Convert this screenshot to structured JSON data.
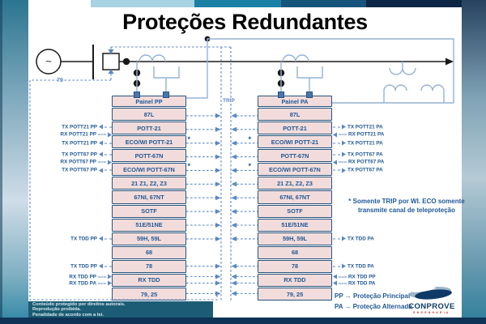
{
  "slide": {
    "title": "Proteções Redundantes"
  },
  "diagram": {
    "generator_symbol": "~",
    "recloser_label": "79",
    "trip_label": "TRIP"
  },
  "panels": [
    {
      "id": "pp",
      "name": "Painel PP",
      "rows": [
        "87L",
        "POTT-21",
        "ECO/WI POTT-21",
        "POTT-67N",
        "ECO/WI POTT-67N",
        "21 Z1, Z2, Z3",
        "67NI, 67NT",
        "SOTF",
        "51E/51NE",
        "59H, 59L",
        "68",
        "78",
        "RX TDD",
        "79, 25"
      ]
    },
    {
      "id": "pa",
      "name": "Painel PA",
      "rows": [
        "87L",
        "POTT-21",
        "ECO/WI POTT-21",
        "POTT-67N",
        "ECO/WI POTT-67N",
        "21 Z1, Z2, Z3",
        "67NI, 67NT",
        "SOTF",
        "51E/51NE",
        "59H, 59L",
        "68",
        "78",
        "RX TDD",
        "79, 25"
      ]
    }
  ],
  "signals": {
    "left": [
      {
        "label": "TX POTT21 PP",
        "direction": "out"
      },
      {
        "label": "RX POTT21 PP",
        "direction": "in"
      },
      {
        "label": "TX POTT21 PP",
        "direction": "out"
      },
      {
        "label": "TX POTT67 PP",
        "direction": "out"
      },
      {
        "label": "RX POTT67 PP",
        "direction": "in"
      },
      {
        "label": "TX POTT67 PP",
        "direction": "out"
      },
      {
        "label": "TX TDD PP",
        "direction": "out"
      },
      {
        "label": "TX TDD PP",
        "direction": "out"
      },
      {
        "label": "RX TDD PP",
        "direction": "in"
      },
      {
        "label": "RX TDD PA",
        "direction": "in"
      }
    ],
    "right": [
      {
        "label": "TX POTT21 PA",
        "direction": "out"
      },
      {
        "label": "RX POTT21 PA",
        "direction": "in"
      },
      {
        "label": "TX POTT21 PA",
        "direction": "out"
      },
      {
        "label": "TX POTT67 PA",
        "direction": "out"
      },
      {
        "label": "RX POTT67 PA",
        "direction": "in"
      },
      {
        "label": "TX POTT67 PA",
        "direction": "out"
      },
      {
        "label": "TX TDD PA",
        "direction": "out"
      },
      {
        "label": "TX TDD PA",
        "direction": "out"
      },
      {
        "label": "RX TDD PP",
        "direction": "in"
      },
      {
        "label": "RX TDD PA",
        "direction": "in"
      }
    ]
  },
  "note": {
    "marker": "*",
    "line1": "* Somente TRIP por WI. ECO somente",
    "line2": "transmite canal de teleproteção"
  },
  "legend": [
    {
      "text": "PP → Proteção Principal"
    },
    {
      "text": "PA → Proteção Alternada"
    }
  ],
  "footer": {
    "copyright": [
      "Conteúdo protegido por direitos autorais.",
      "Reprodução proibida.",
      "Penalidade de acordo com a lei."
    ],
    "logo": {
      "name": "CONPROVE",
      "subtitle": "ENGENHARIA"
    }
  },
  "colors": {
    "bar_light": "#a7d3e2",
    "bar_teal": "#1a80a6",
    "bar_steel": "#16547c",
    "bar_navy": "#0d2646",
    "sidebar_top": "#2b7590",
    "sidebar_mid": "#cfdde8",
    "sidebar_bottom": "#2f86a5",
    "rightbar_top": "#27425f",
    "rightbar_mid": "#b5cad5",
    "rightbar_bottom": "#2f7e9a",
    "footer_bar": "#0e3357",
    "copyright_bg": "#1c5c74",
    "copyright_text": "#d8e9f0",
    "panel_fill": "#f2dcdb",
    "panel_border": "#26537c",
    "text_blue": "#1f5795",
    "dashed_blue": "#5b87c5",
    "symbol_blue": "#95b3d7",
    "terminal_blue": "#4876ac",
    "line_black": "#1a1a1a",
    "logo_navy": "#0d3a66",
    "logo_red": "#cc2222",
    "title_color": "#000000"
  }
}
